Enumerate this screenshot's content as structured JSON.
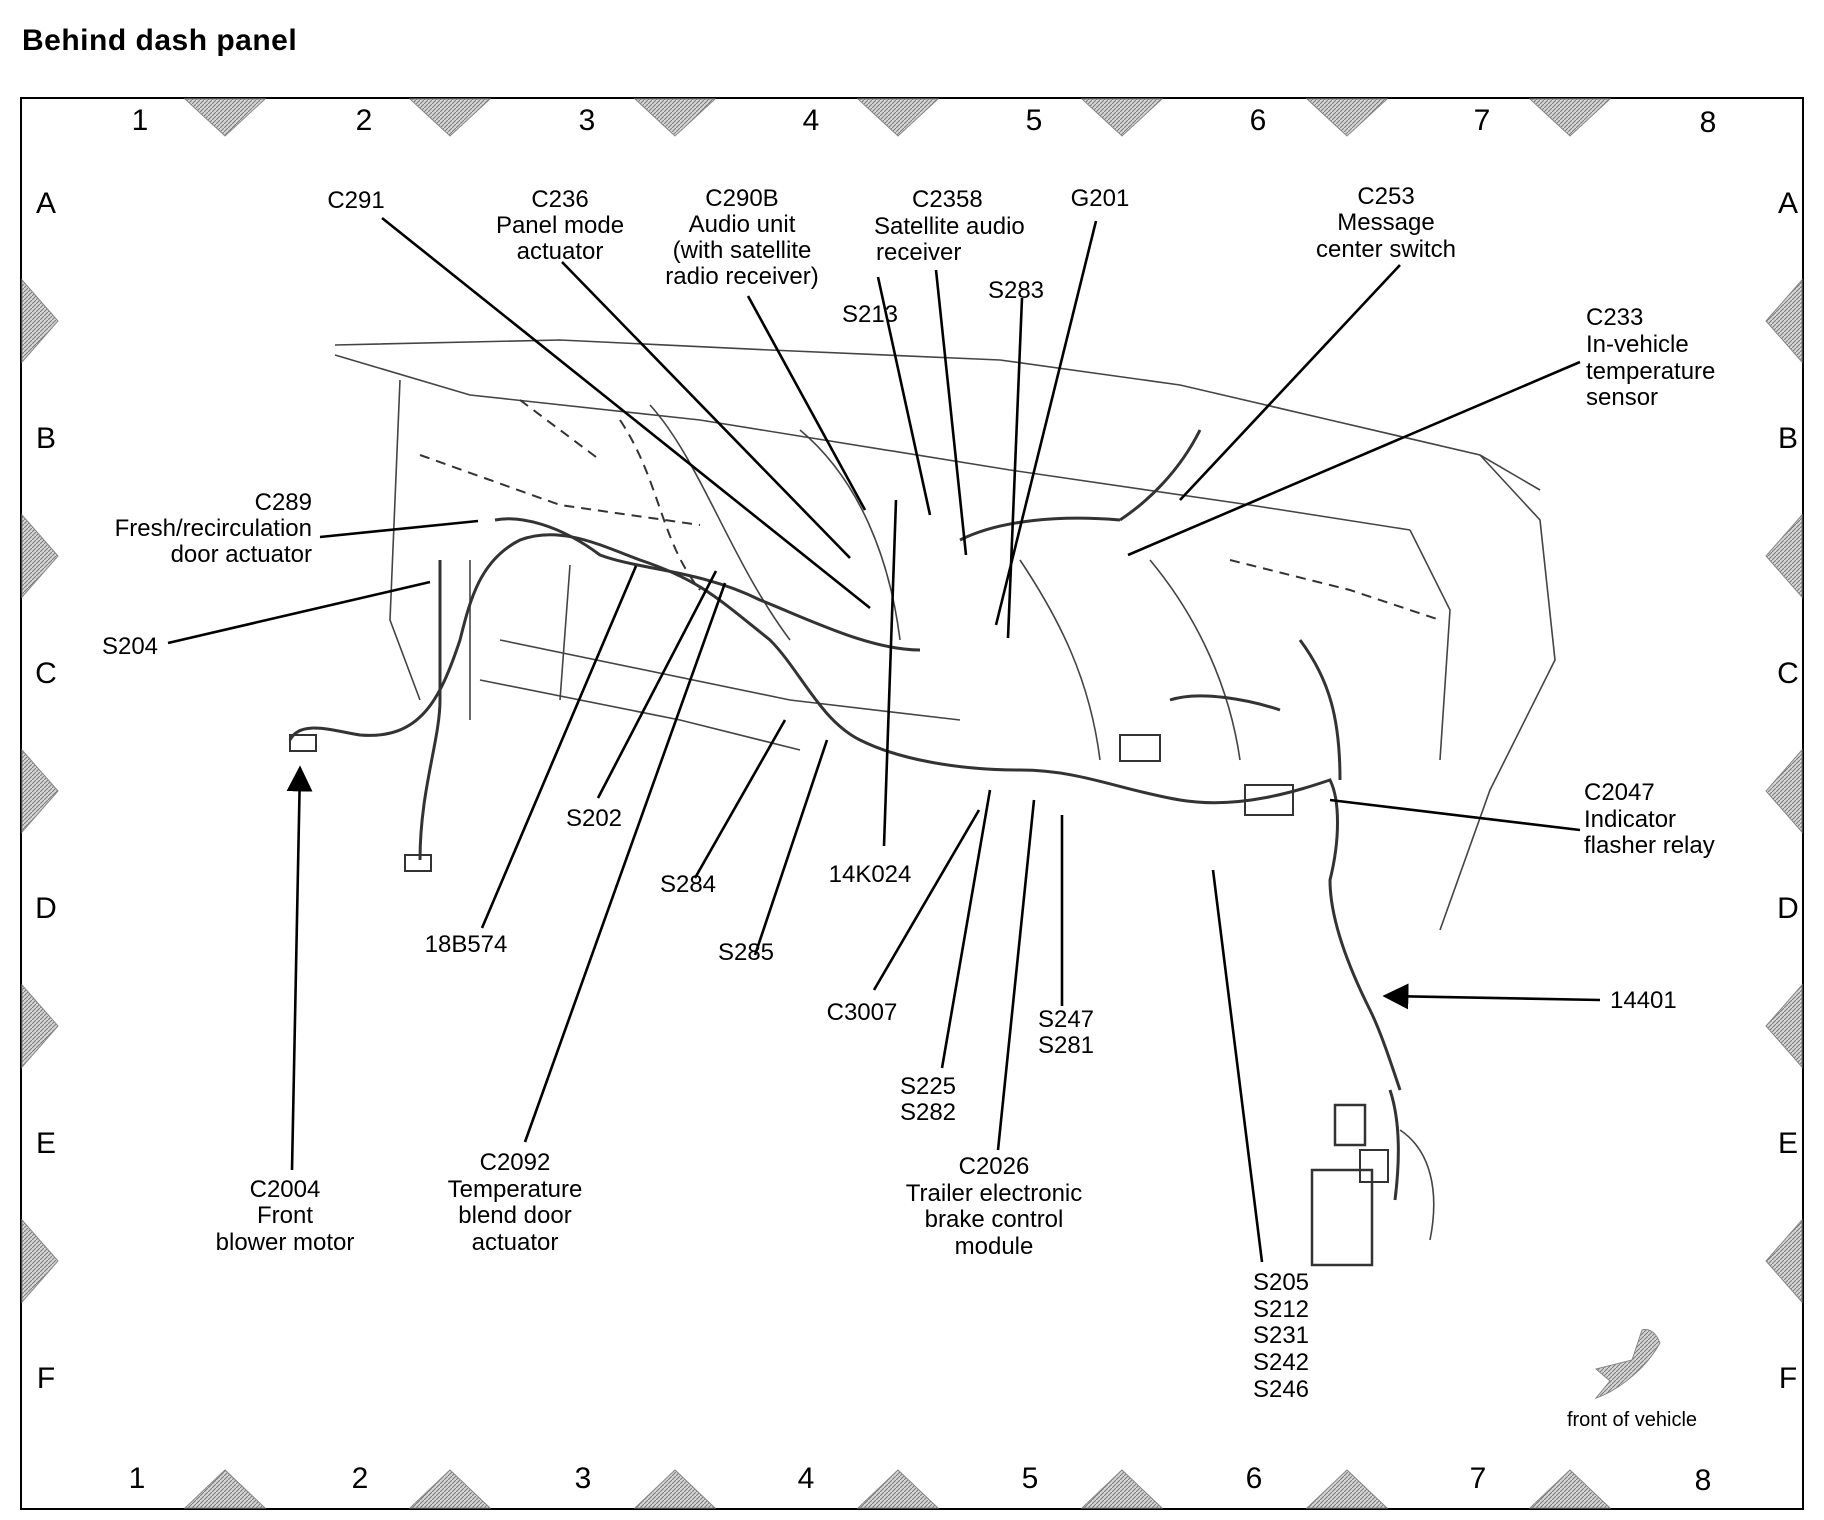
{
  "title": "Behind dash panel",
  "grid": {
    "columns": [
      "1",
      "2",
      "3",
      "4",
      "5",
      "6",
      "7",
      "8"
    ],
    "rows": [
      "A",
      "B",
      "C",
      "D",
      "E",
      "F"
    ]
  },
  "callouts": {
    "c291": [
      "C291"
    ],
    "c236": [
      "C236",
      "Panel mode",
      "actuator"
    ],
    "c290b": [
      "C290B",
      "Audio unit",
      "(with satellite",
      "radio receiver)"
    ],
    "c2358": [
      "C2358",
      "Satellite audio",
      "receiver"
    ],
    "g201": [
      "G201"
    ],
    "c253": [
      "C253",
      "Message",
      "center switch"
    ],
    "s213": [
      "S213"
    ],
    "s283": [
      "S283"
    ],
    "c233": [
      "C233",
      "In-vehicle",
      "temperature",
      "sensor"
    ],
    "c289": [
      "C289",
      "Fresh/recirculation",
      "door actuator"
    ],
    "s204": [
      "S204"
    ],
    "s202": [
      "S202"
    ],
    "s284": [
      "S284"
    ],
    "k14k024": [
      "14K024"
    ],
    "c2047": [
      "C2047",
      "Indicator",
      "flasher relay"
    ],
    "b18b574": [
      "18B574"
    ],
    "s285": [
      "S285"
    ],
    "c3007": [
      "C3007"
    ],
    "s247": [
      "S247",
      "S281"
    ],
    "n14401": [
      "14401"
    ],
    "s225": [
      "S225",
      "S282"
    ],
    "c2004": [
      "C2004",
      "Front",
      "blower motor"
    ],
    "c2092": [
      "C2092",
      "Temperature",
      "blend door",
      "actuator"
    ],
    "c2026": [
      "C2026",
      "Trailer electronic",
      "brake control",
      "module"
    ],
    "s205": [
      "S205",
      "S212",
      "S231",
      "S242",
      "S246"
    ],
    "front": [
      "front of vehicle"
    ]
  },
  "icons": [
    "front-of-vehicle-arrow-icon"
  ]
}
